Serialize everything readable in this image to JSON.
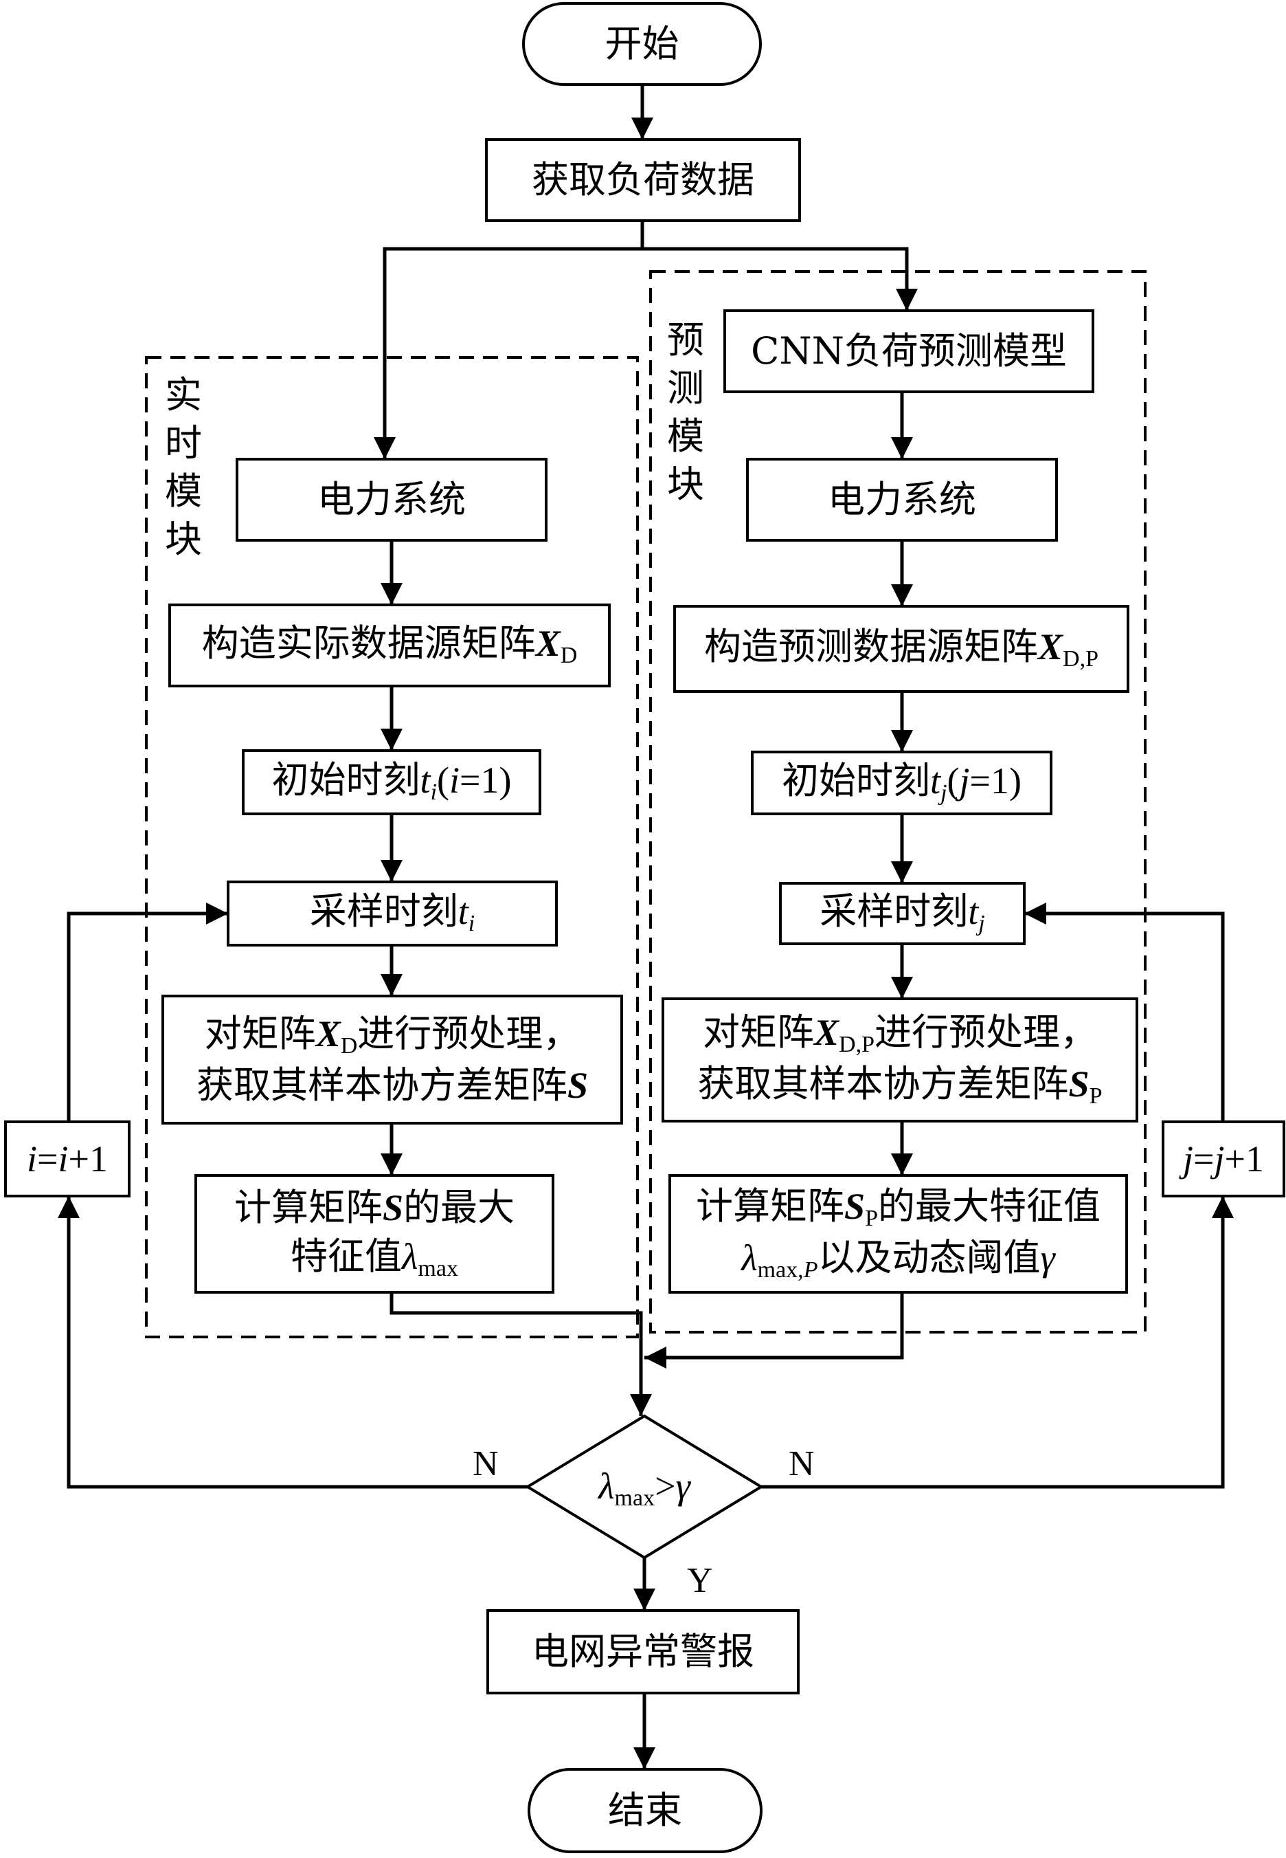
{
  "nodes": {
    "start": "开始",
    "get_load": "获取负荷数据",
    "cnn": "CNN负荷预测模型",
    "rt_power": "电力系统",
    "pr_power": "电力系统",
    "rt_matrix": {
      "pre": "构造实际数据源矩阵",
      "var": "X",
      "sub": "D"
    },
    "pr_matrix": {
      "pre": "构造预测数据源矩阵",
      "var": "X",
      "sub": "D,P"
    },
    "rt_init": {
      "pre": "初始时刻",
      "t": "t",
      "tsub": "i",
      "open": "(",
      "idx": "i",
      "rest": "=1)"
    },
    "pr_init": {
      "pre": "初始时刻",
      "t": "t",
      "tsub": "j",
      "open": "(",
      "idx": "j",
      "rest": "=1)"
    },
    "rt_sample": {
      "pre": "采样时刻",
      "t": "t",
      "tsub": "i"
    },
    "pr_sample": {
      "pre": "采样时刻",
      "t": "t",
      "tsub": "j"
    },
    "rt_pre": {
      "a": "对矩阵",
      "var": "X",
      "sub": "D",
      "b": "进行预处理，",
      "line2": "获取其样本协方差矩阵",
      "var2": "S"
    },
    "pr_pre": {
      "a": "对矩阵",
      "var": "X",
      "sub": "D,P",
      "b": "进行预处理，",
      "line2": "获取其样本协方差矩阵",
      "var2": "S",
      "sub2": "P"
    },
    "rt_calc": {
      "a": "计算矩阵",
      "var": "S",
      "b": "的最大",
      "line2": "特征值",
      "lam": "λ",
      "lamsub": "max"
    },
    "pr_calc": {
      "a": "计算矩阵",
      "var": "S",
      "sub": "P",
      "b": "的最大特征值",
      "lam": "λ",
      "lamsub": "max,",
      "lamsub2": "P",
      "c": "以及动态阈值",
      "gamma": "γ"
    },
    "decision": {
      "lam": "λ",
      "sub": "max",
      "op": ">",
      "gamma": "γ"
    },
    "alarm": "电网异常警报",
    "end": "结束",
    "inc_i": {
      "a": "i",
      "b": "=",
      "c": "i",
      "d": "+1"
    },
    "inc_j": {
      "a": "j",
      "b": "=",
      "c": "j",
      "d": "+1"
    }
  },
  "modules": {
    "realtime": "实\n时\n模\n块",
    "predict": "预\n测\n模\n块"
  },
  "edges": {
    "no_left": "N",
    "no_right": "N",
    "yes": "Y"
  }
}
